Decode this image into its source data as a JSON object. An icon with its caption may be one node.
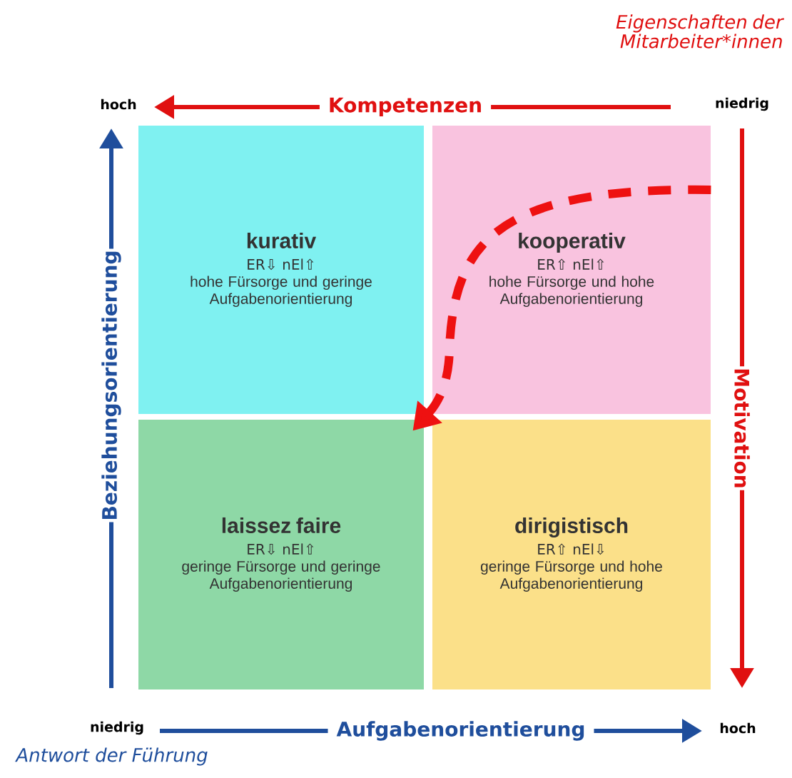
{
  "diagram": {
    "nodes": [
      {
        "text": [
          "kurativ",
          "ER⇩ nEl⇧",
          "hohe Fürsorge und geringe Aufgabenorientierung"
        ]
      },
      {
        "text": [
          "kooperativ",
          "ER⇧ nEl⇧",
          "hohe Fürsorge und hohe Aufgabenorientierung"
        ]
      },
      {
        "text": [
          "laissez faire",
          "ER⇩ nEl⇧",
          "geringe Fürsorge und geringe Aufgabenorientierung"
        ]
      },
      {
        "text": [
          "dirigistisch",
          "ER⇧ nEl⇩",
          "geringe Fürsorge und hohe Aufgabenorientierung"
        ]
      }
    ],
    "edges": [
      {
        "from": 1,
        "to": 2,
        "arrow": "to",
        "style": "dashed",
        "color": "#ee1111"
      }
    ],
    "labels": [
      "Eigenschaften der Mitarbeiter*innen",
      "hoch",
      "Kompetenzen",
      "niedrig",
      "Beziehungsorientierung",
      "Motivation",
      "niedrig",
      "Aufgabenorientierung",
      "hoch",
      "Antwort der Führung"
    ]
  }
}
